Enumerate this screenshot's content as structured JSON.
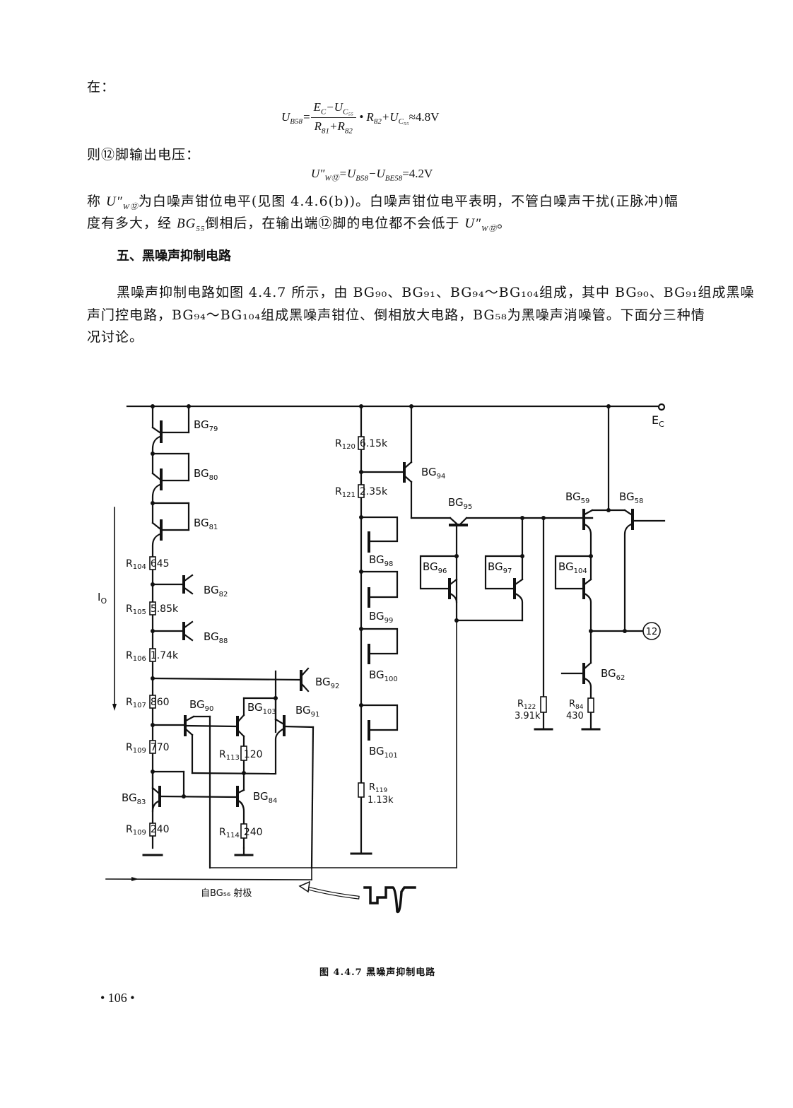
{
  "text": {
    "intro_label": "在：",
    "eq1": {
      "lhs": "U",
      "lhs_sub": "B58",
      "num_a": "E",
      "num_a_sub": "C",
      "num_minus": "−U",
      "num_b_sub": "C₅₅",
      "den_a": "R",
      "den_a_sub": "81",
      "den_plus": "+R",
      "den_b_sub": "82",
      "tail": "• R",
      "tail_sub": "82",
      "tail2": "+U",
      "tail2_sub": "C₅₅",
      "result": "≈4.8V"
    },
    "line2": "则⑫脚输出电压：",
    "eq2": {
      "lhs": "U″",
      "lhs_sub": "W⑫",
      "mid": "=U",
      "mid_sub": "B58",
      "minus": "−U",
      "minus_sub": "BE58",
      "result": "=4.2V"
    },
    "para1_line1_a": "称 ",
    "para1_u": "U″",
    "para1_u_sub": "W⑫",
    "para1_line1_b": "为白噪声钳位电平(见图 4.4.6(b))。白噪声钳位电平表明，不管白噪声干扰(正脉冲)幅",
    "para1_line2_a": "度有多大，经 ",
    "para1_bg": "BG",
    "para1_bg_sub": "55",
    "para1_line2_b": "倒相后，在输出端⑫脚的电位都不会低于 ",
    "para1_line2_u": "U″",
    "para1_line2_u_sub": "W⑫",
    "para1_line2_end": "。",
    "section_heading": "五、黑噪声抑制电路",
    "para2_line1": "黑噪声抑制电路如图 4.4.7 所示，由 BG₉₀、BG₉₁、BG₉₄～BG₁₀₄组成，其中 BG₉₀、BG₉₁组成黑噪",
    "para2_line2": "声门控电路，BG₉₄～BG₁₀₄组成黑噪声钳位、倒相放大电路，BG₅₈为黑噪声消噪管。下面分三种情",
    "para2_line3": "况讨论。"
  },
  "figure": {
    "caption": "图 4.4.7   黑噪声抑制电路",
    "supply_label": "E",
    "supply_sub": "C",
    "current_label": "I",
    "current_sub": "O",
    "input_label": "自BG₅₆ 射极",
    "output_pin": "12",
    "transistors": [
      {
        "id": "BG",
        "sub": "79"
      },
      {
        "id": "BG",
        "sub": "80"
      },
      {
        "id": "BG",
        "sub": "81"
      },
      {
        "id": "BG",
        "sub": "82"
      },
      {
        "id": "BG",
        "sub": "88"
      },
      {
        "id": "BG",
        "sub": "92"
      },
      {
        "id": "BG",
        "sub": "90"
      },
      {
        "id": "BG",
        "sub": "103"
      },
      {
        "id": "BG",
        "sub": "91"
      },
      {
        "id": "BG",
        "sub": "83"
      },
      {
        "id": "BG",
        "sub": "84"
      },
      {
        "id": "BG",
        "sub": "94"
      },
      {
        "id": "BG",
        "sub": "95"
      },
      {
        "id": "BG",
        "sub": "98"
      },
      {
        "id": "BG",
        "sub": "99"
      },
      {
        "id": "BG",
        "sub": "100"
      },
      {
        "id": "BG",
        "sub": "101"
      },
      {
        "id": "BG",
        "sub": "96"
      },
      {
        "id": "BG",
        "sub": "97"
      },
      {
        "id": "BG",
        "sub": "59"
      },
      {
        "id": "BG",
        "sub": "58"
      },
      {
        "id": "BG",
        "sub": "104"
      },
      {
        "id": "BG",
        "sub": "62"
      }
    ],
    "resistors": [
      {
        "id": "R",
        "sub": "104",
        "value": "645"
      },
      {
        "id": "R",
        "sub": "105",
        "value": "5.85k"
      },
      {
        "id": "R",
        "sub": "106",
        "value": "1.74k"
      },
      {
        "id": "R",
        "sub": "107",
        "value": "860"
      },
      {
        "id": "R",
        "sub": "109",
        "value": "770"
      },
      {
        "id": "R",
        "sub": "109",
        "value": "240"
      },
      {
        "id": "R",
        "sub": "113",
        "value": "120"
      },
      {
        "id": "R",
        "sub": "114",
        "value": "240"
      },
      {
        "id": "R",
        "sub": "120",
        "value": "6.15k"
      },
      {
        "id": "R",
        "sub": "121",
        "value": "2.35k"
      },
      {
        "id": "R",
        "sub": "119",
        "value": "1.13k"
      },
      {
        "id": "R",
        "sub": "122",
        "value": "3.91k"
      },
      {
        "id": "R",
        "sub": "84",
        "value": "430"
      }
    ]
  },
  "page_number": "• 106 •"
}
